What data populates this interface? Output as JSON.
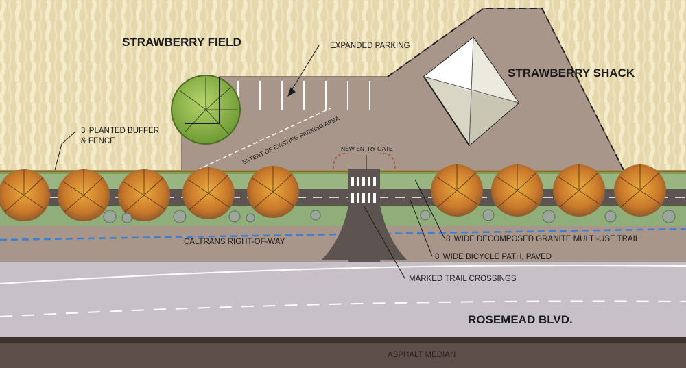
{
  "labels": {
    "strawberry_field": "STRAWBERRY FIELD",
    "strawberry_shack": "STRAWBERRY SHACK",
    "expanded_parking": "EXPANDED PARKING",
    "planted_buffer_line1": "3' PLANTED BUFFER",
    "planted_buffer_line2": "& FENCE",
    "extent_parking": "EXTENT OF EXISTING PARKING AREA",
    "new_entry_gate": "NEW ENTRY GATE",
    "caltrans": "CALTRANS RIGHT-OF-WAY",
    "granite_trail": "8' WIDE DECOMPOSED GRANITE MULTI-USE TRAIL",
    "bicycle_path": "8' WIDE BICYCLE PATH, PAVED",
    "marked_crossings": "MARKED TRAIL CROSSINGS",
    "rosemead": "ROSEMEAD BLVD.",
    "asphalt_median": "ASPHALT MEDIAN"
  },
  "colors": {
    "field": "#e6d7ac",
    "field_rows": "#f5eccd",
    "parking": "#a8968a",
    "road": "#c7c0c7",
    "median": "#5e4f4a",
    "trail_granite": "#8fae7a",
    "bike_path": "#5d5452",
    "tree_orange": "#d98e2c",
    "tree_green": "#8fb846",
    "dashed_line": "#3d7fd3"
  }
}
